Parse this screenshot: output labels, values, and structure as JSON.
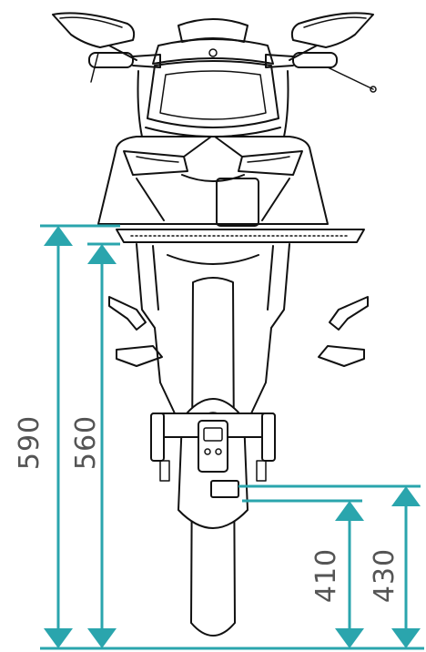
{
  "colors": {
    "dimension": "#2aa5ad",
    "dimension_text": "#555555",
    "outline": "#111111"
  },
  "dimensions": {
    "left_outer": "590",
    "left_inner": "560",
    "right_inner": "410",
    "right_outer": "430"
  }
}
